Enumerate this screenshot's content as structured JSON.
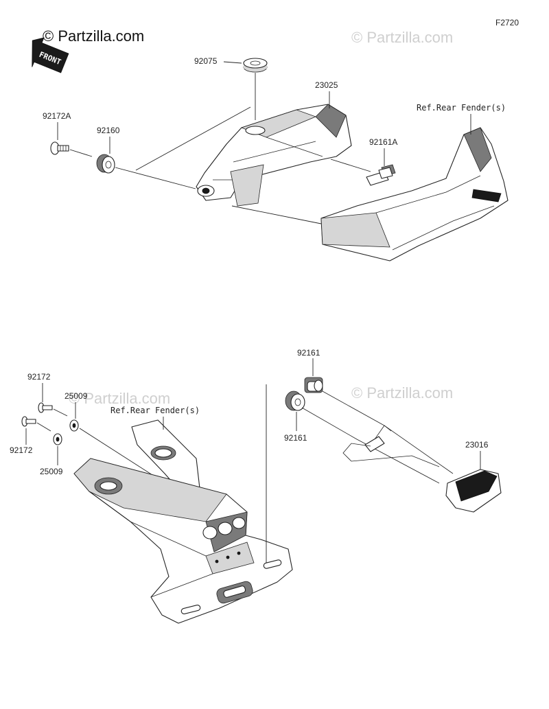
{
  "diagram_code": "F2720",
  "brand": {
    "watermark": "© Partzilla.com",
    "front_label": "FRONT"
  },
  "labels": {
    "p92075": "92075",
    "p23025": "23025",
    "p92172A": "92172A",
    "p92160": "92160",
    "p92161A": "92161A",
    "ref_top": "Ref.Rear Fender(s)",
    "p92161_top": "92161",
    "p92161_bottom": "92161",
    "p92172_top": "92172",
    "p92172_bottom": "92172",
    "p25009_top": "25009",
    "p25009_bottom": "25009",
    "ref_bottom": "Ref.Rear Fender(s)",
    "p23016": "23016"
  }
}
